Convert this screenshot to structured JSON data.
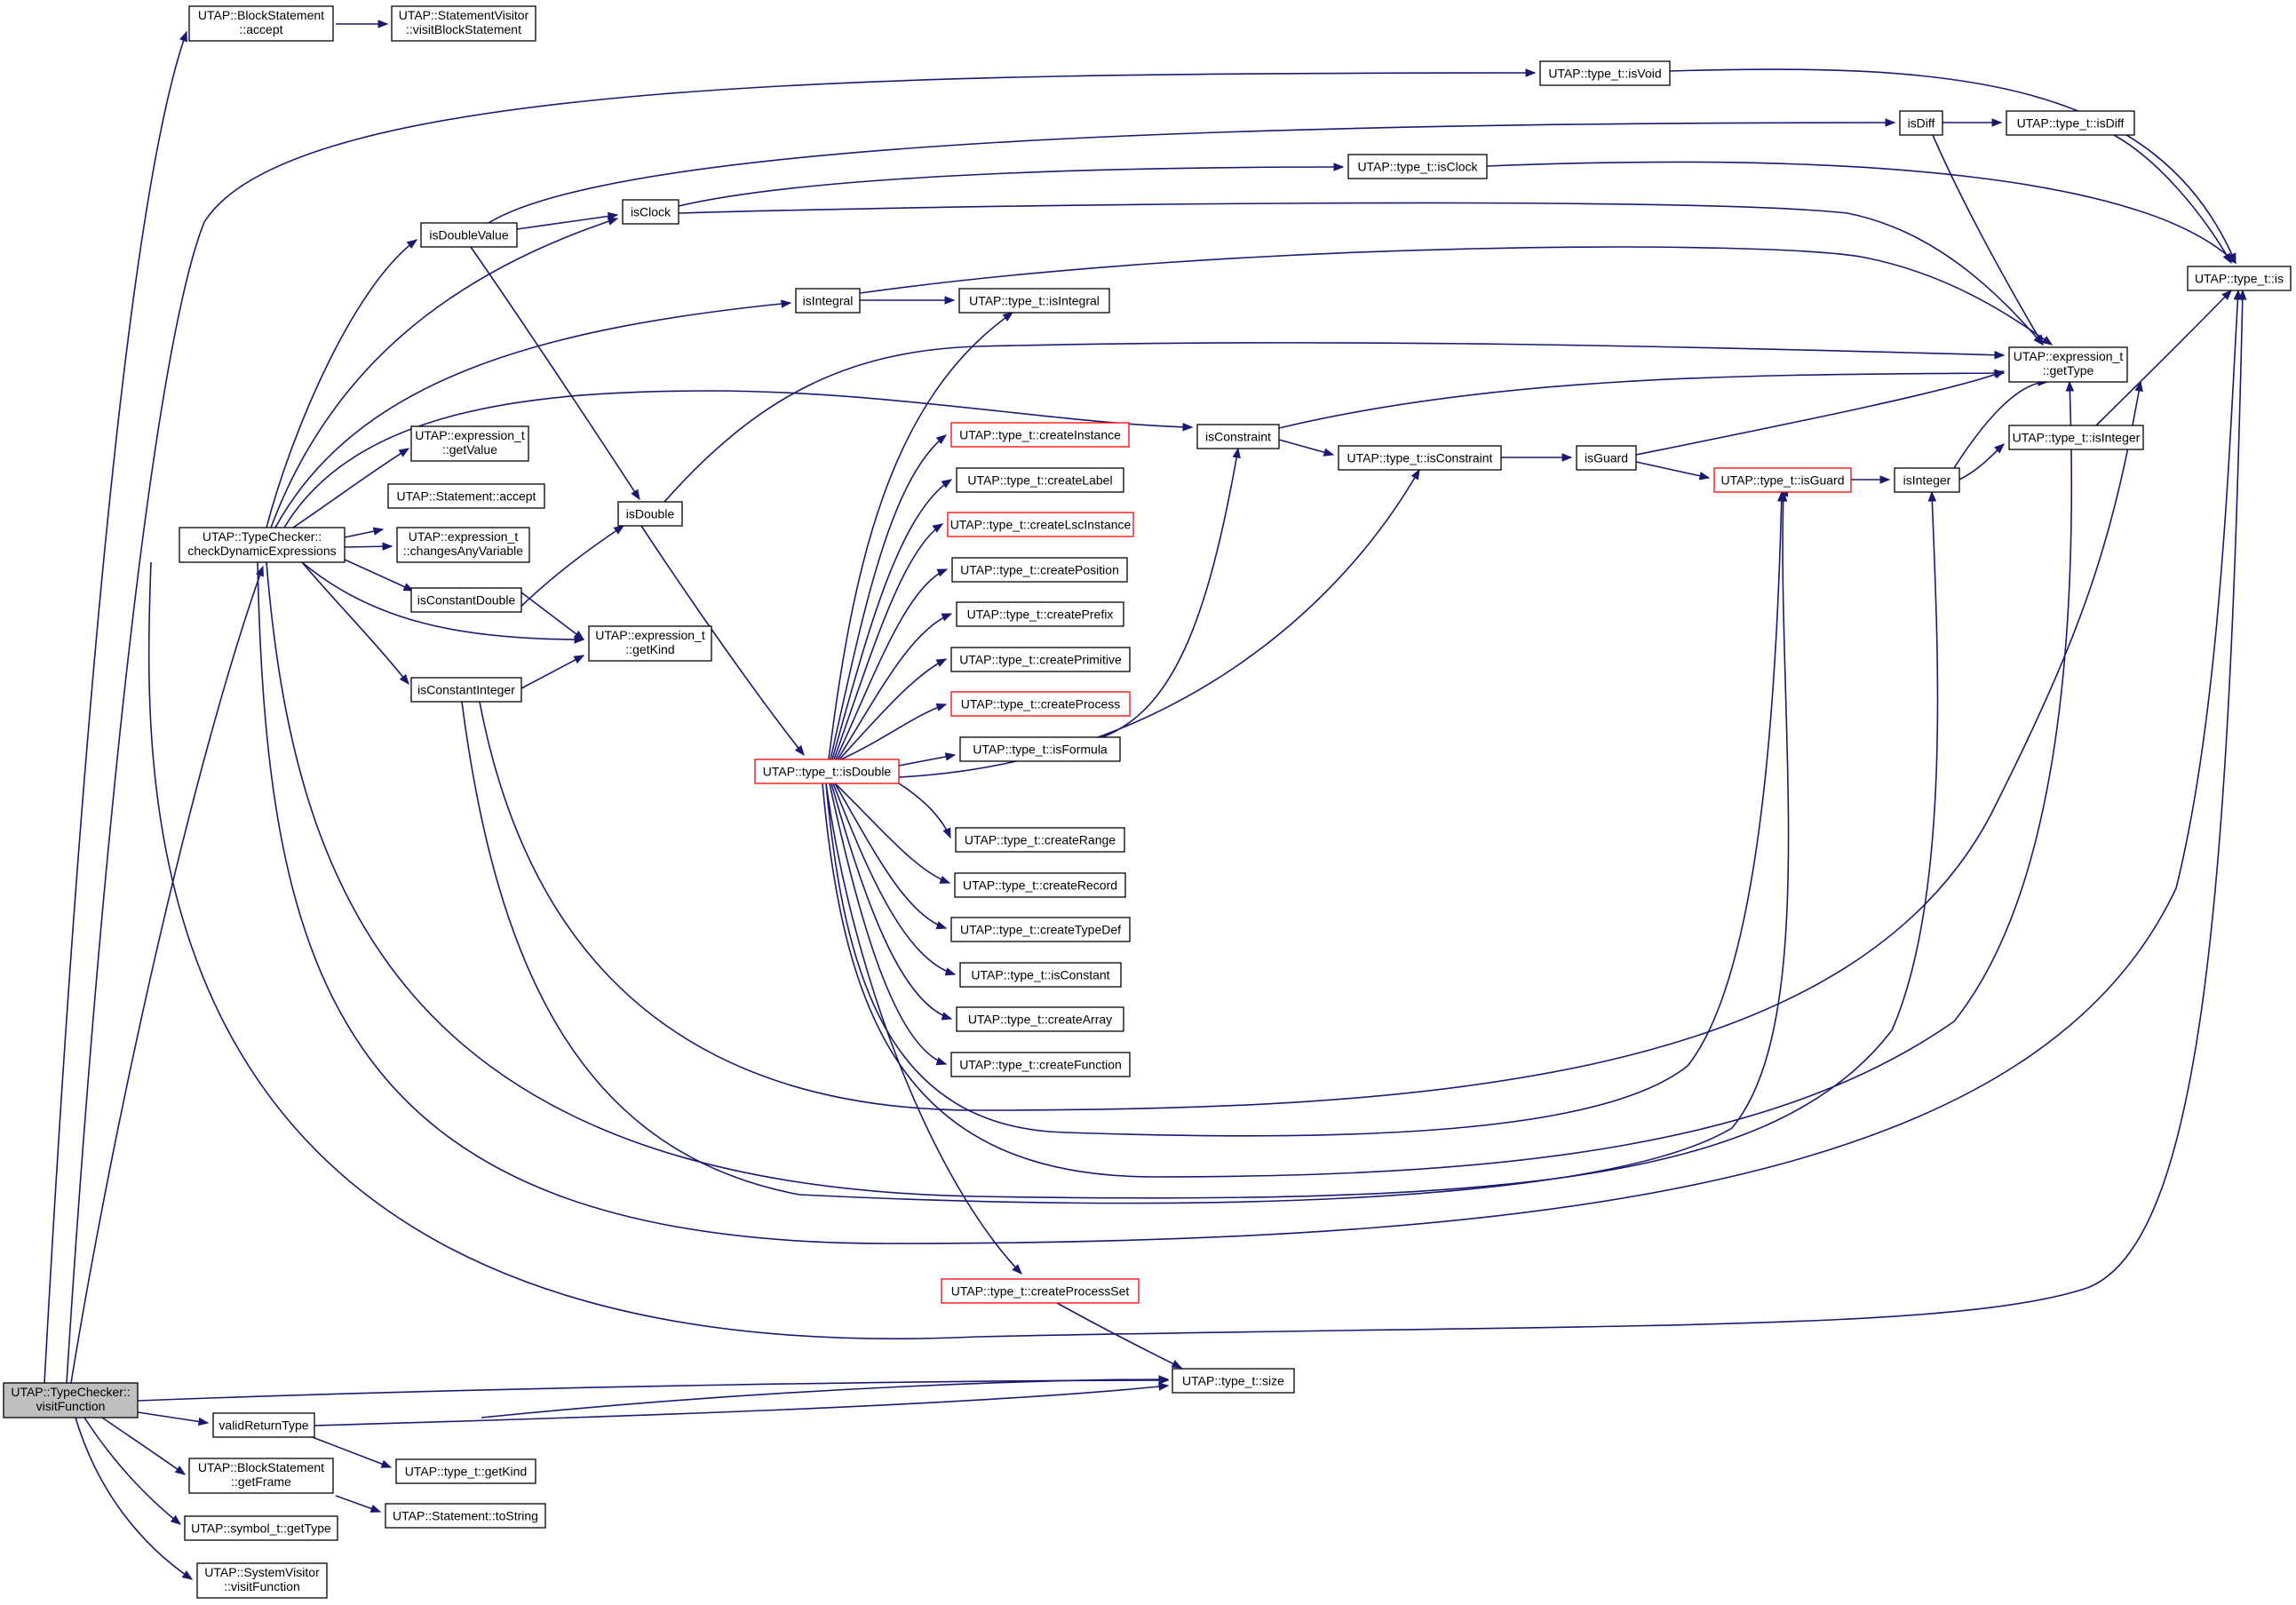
{
  "colors": {
    "edge": "#191970",
    "node_border": "#000000",
    "node_border_truncated": "#ff0000",
    "focus_fill": "#bfbfbf",
    "node_fill": "#ffffff"
  },
  "nodes": [
    {
      "id": "visitFunction",
      "lines": [
        "UTAP::TypeChecker::",
        "visitFunction"
      ],
      "variant": "focus"
    },
    {
      "id": "bs_accept",
      "lines": [
        "UTAP::BlockStatement",
        "::accept"
      ]
    },
    {
      "id": "sv_visitBlock",
      "lines": [
        "UTAP::StatementVisitor",
        "::visitBlockStatement"
      ]
    },
    {
      "id": "isVoid",
      "lines": [
        "UTAP::type_t::isVoid"
      ]
    },
    {
      "id": "isDiff",
      "lines": [
        "isDiff"
      ]
    },
    {
      "id": "t_isDiff",
      "lines": [
        "UTAP::type_t::isDiff"
      ]
    },
    {
      "id": "t_is",
      "lines": [
        "UTAP::type_t::is"
      ]
    },
    {
      "id": "t_isClock",
      "lines": [
        "UTAP::type_t::isClock"
      ]
    },
    {
      "id": "isClock",
      "lines": [
        "isClock"
      ]
    },
    {
      "id": "isDoubleValue",
      "lines": [
        "isDoubleValue"
      ]
    },
    {
      "id": "isIntegral",
      "lines": [
        "isIntegral"
      ]
    },
    {
      "id": "t_isIntegral",
      "lines": [
        "UTAP::type_t::isIntegral"
      ]
    },
    {
      "id": "getType",
      "lines": [
        "UTAP::expression_t",
        "::getType"
      ]
    },
    {
      "id": "getValue",
      "lines": [
        "UTAP::expression_t",
        "::getValue"
      ]
    },
    {
      "id": "st_accept",
      "lines": [
        "UTAP::Statement::accept"
      ]
    },
    {
      "id": "checkDyn",
      "lines": [
        "UTAP::TypeChecker::",
        "checkDynamicExpressions"
      ]
    },
    {
      "id": "changesAny",
      "lines": [
        "UTAP::expression_t",
        "::changesAnyVariable"
      ]
    },
    {
      "id": "isDouble",
      "lines": [
        "isDouble"
      ]
    },
    {
      "id": "isConstDouble",
      "lines": [
        "isConstantDouble"
      ]
    },
    {
      "id": "getKind",
      "lines": [
        "UTAP::expression_t",
        "::getKind"
      ]
    },
    {
      "id": "isConstInt",
      "lines": [
        "isConstantInteger"
      ]
    },
    {
      "id": "t_isDouble",
      "lines": [
        "UTAP::type_t::isDouble"
      ],
      "variant": "truncated"
    },
    {
      "id": "createInstance",
      "lines": [
        "UTAP::type_t::createInstance"
      ],
      "variant": "truncated"
    },
    {
      "id": "createLabel",
      "lines": [
        "UTAP::type_t::createLabel"
      ]
    },
    {
      "id": "createLsc",
      "lines": [
        "UTAP::type_t::createLscInstance"
      ],
      "variant": "truncated"
    },
    {
      "id": "createPosition",
      "lines": [
        "UTAP::type_t::createPosition"
      ]
    },
    {
      "id": "createPrefix",
      "lines": [
        "UTAP::type_t::createPrefix"
      ]
    },
    {
      "id": "createPrimitive",
      "lines": [
        "UTAP::type_t::createPrimitive"
      ]
    },
    {
      "id": "createProcess",
      "lines": [
        "UTAP::type_t::createProcess"
      ],
      "variant": "truncated"
    },
    {
      "id": "isFormula",
      "lines": [
        "UTAP::type_t::isFormula"
      ]
    },
    {
      "id": "createRange",
      "lines": [
        "UTAP::type_t::createRange"
      ]
    },
    {
      "id": "createRecord",
      "lines": [
        "UTAP::type_t::createRecord"
      ]
    },
    {
      "id": "createTypeDef",
      "lines": [
        "UTAP::type_t::createTypeDef"
      ]
    },
    {
      "id": "isConstant",
      "lines": [
        "UTAP::type_t::isConstant"
      ]
    },
    {
      "id": "createArray",
      "lines": [
        "UTAP::type_t::createArray"
      ]
    },
    {
      "id": "createFunction",
      "lines": [
        "UTAP::type_t::createFunction"
      ]
    },
    {
      "id": "createProcessSet",
      "lines": [
        "UTAP::type_t::createProcessSet"
      ],
      "variant": "truncated"
    },
    {
      "id": "isConstraint",
      "lines": [
        "isConstraint"
      ]
    },
    {
      "id": "t_isConstraint",
      "lines": [
        "UTAP::type_t::isConstraint"
      ]
    },
    {
      "id": "isGuard",
      "lines": [
        "isGuard"
      ]
    },
    {
      "id": "t_isGuard",
      "lines": [
        "UTAP::type_t::isGuard"
      ],
      "variant": "truncated"
    },
    {
      "id": "isInteger",
      "lines": [
        "isInteger"
      ]
    },
    {
      "id": "t_isInteger",
      "lines": [
        "UTAP::type_t::isInteger"
      ]
    },
    {
      "id": "t_size",
      "lines": [
        "UTAP::type_t::size"
      ]
    },
    {
      "id": "validReturnType",
      "lines": [
        "validReturnType"
      ]
    },
    {
      "id": "t_getKind",
      "lines": [
        "UTAP::type_t::getKind"
      ]
    },
    {
      "id": "bs_getFrame",
      "lines": [
        "UTAP::BlockStatement",
        "::getFrame"
      ]
    },
    {
      "id": "st_toString",
      "lines": [
        "UTAP::Statement::toString"
      ]
    },
    {
      "id": "sym_getType",
      "lines": [
        "UTAP::symbol_t::getType"
      ]
    },
    {
      "id": "sysv_visitFunction",
      "lines": [
        "UTAP::SystemVisitor",
        "::visitFunction"
      ]
    }
  ]
}
